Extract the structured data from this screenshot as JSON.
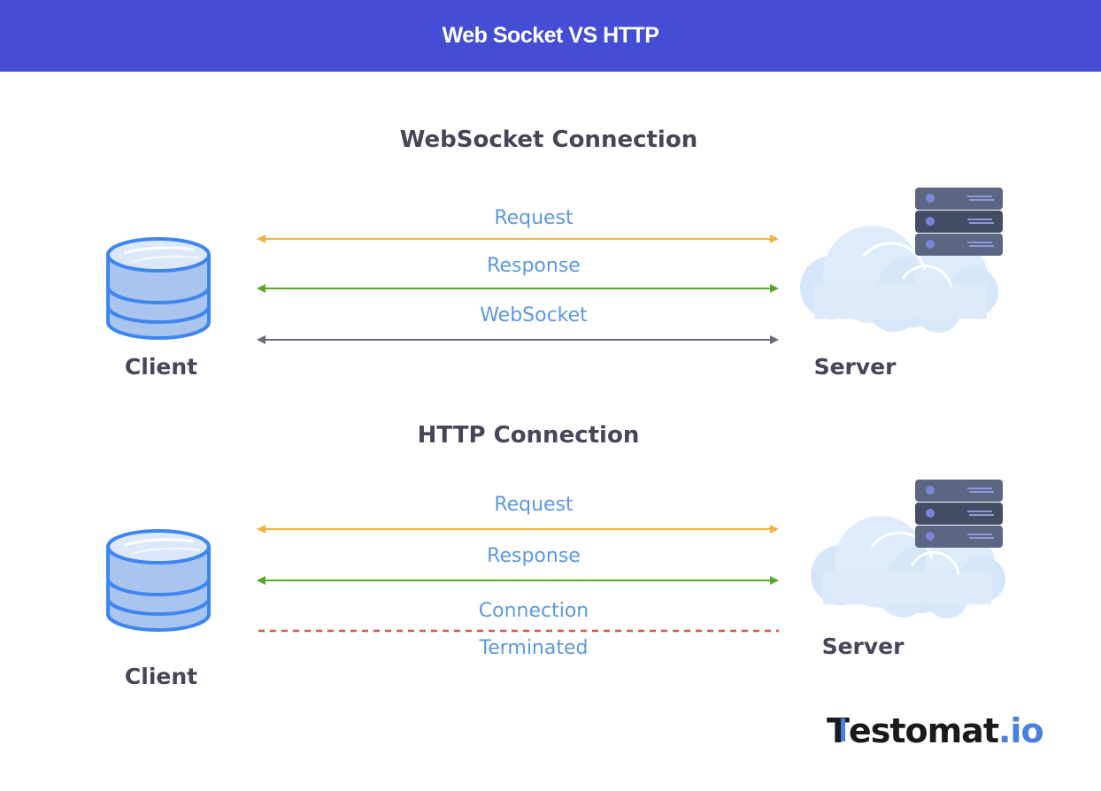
{
  "header": {
    "title": "Web Socket VS HTTP"
  },
  "colors": {
    "header_bg": "#444dd4",
    "request": "#f2b33d",
    "response": "#5aa72a",
    "websocket": "#6b6b78",
    "terminated": "#d2574a",
    "label_blue": "#5b98e0",
    "title_dark": "#474659"
  },
  "websocket_section": {
    "title": "WebSocket Connection",
    "client_label": "Client",
    "server_label": "Server",
    "arrows": [
      {
        "label": "Request",
        "style": "double-arrow",
        "color_key": "request"
      },
      {
        "label": "Response",
        "style": "double-arrow",
        "color_key": "response"
      },
      {
        "label": "WebSocket",
        "style": "double-arrow",
        "color_key": "websocket"
      }
    ]
  },
  "http_section": {
    "title": "HTTP Connection",
    "client_label": "Client",
    "server_label": "Server",
    "arrows": [
      {
        "label": "Request",
        "style": "double-arrow",
        "color_key": "request"
      },
      {
        "label": "Response",
        "style": "double-arrow",
        "color_key": "response"
      }
    ],
    "terminated": {
      "label_top": "Connection",
      "label_bottom": "Terminated",
      "style": "dashed-line",
      "color_key": "terminated"
    }
  },
  "logo": {
    "brand": "Testomat",
    "tld": ".io",
    "first_letter": "T",
    "rest": "estomat"
  },
  "icons": {
    "client": "database-icon",
    "server": "cloud-server-icon"
  }
}
